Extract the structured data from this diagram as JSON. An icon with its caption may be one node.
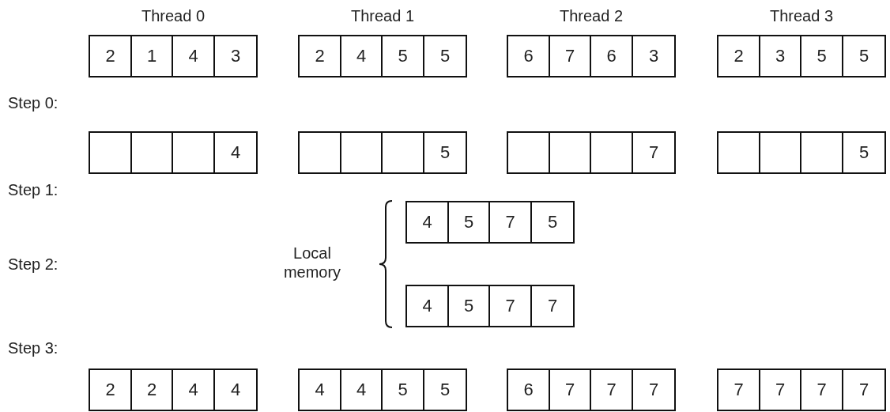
{
  "diagram": {
    "nodes": [
      {
        "text": [],
        "shape": "box"
      },
      {
        "text": [
          "2"
        ],
        "in": 0
      },
      {
        "text": [
          "1"
        ],
        "in": 0
      },
      {
        "text": [
          "4"
        ],
        "in": 0
      },
      {
        "text": [
          "3"
        ],
        "in": 0
      },
      {
        "text": [],
        "shape": "box"
      },
      {
        "text": [
          "2"
        ],
        "in": 5
      },
      {
        "text": [
          "4"
        ],
        "in": 5
      },
      {
        "text": [
          "5"
        ],
        "in": 5
      },
      {
        "text": [
          "5"
        ],
        "in": 5
      },
      {
        "text": [],
        "shape": "box"
      },
      {
        "text": [
          "6"
        ],
        "in": 10
      },
      {
        "text": [
          "7"
        ],
        "in": 10
      },
      {
        "text": [
          "6"
        ],
        "in": 10
      },
      {
        "text": [
          "3"
        ],
        "in": 10
      },
      {
        "text": [],
        "shape": "box"
      },
      {
        "text": [
          "2"
        ],
        "in": 15
      },
      {
        "text": [
          "3"
        ],
        "in": 15
      },
      {
        "text": [
          "5"
        ],
        "in": 15
      },
      {
        "text": [
          "5"
        ],
        "in": 15
      },
      {
        "text": [],
        "shape": "box"
      },
      {
        "text": [],
        "shape": "box",
        "in": 20
      },
      {
        "text": [],
        "shape": "box",
        "in": 20
      },
      {
        "text": [],
        "shape": "box",
        "in": 20
      },
      {
        "text": [
          "4"
        ],
        "in": 20
      },
      {
        "text": [],
        "shape": "box"
      },
      {
        "text": [],
        "shape": "box",
        "in": 25
      },
      {
        "text": [],
        "shape": "box",
        "in": 25
      },
      {
        "text": [],
        "shape": "box",
        "in": 25
      },
      {
        "text": [
          "5"
        ],
        "in": 25
      },
      {
        "text": [],
        "shape": "box"
      },
      {
        "text": [],
        "shape": "box",
        "in": 30
      },
      {
        "text": [],
        "shape": "box",
        "in": 30
      },
      {
        "text": [],
        "shape": "box",
        "in": 30
      },
      {
        "text": [
          "7"
        ],
        "in": 30
      },
      {
        "text": [],
        "shape": "box"
      },
      {
        "text": [],
        "shape": "box",
        "in": 35
      },
      {
        "text": [],
        "shape": "box",
        "in": 35
      },
      {
        "text": [],
        "shape": "box",
        "in": 35
      },
      {
        "text": [
          "5"
        ],
        "in": 35
      },
      {
        "text": [],
        "shape": "box"
      },
      {
        "text": [
          "4"
        ],
        "in": 40
      },
      {
        "text": [
          "5"
        ],
        "in": 40
      },
      {
        "text": [
          "7"
        ],
        "in": 40
      },
      {
        "text": [
          "5"
        ],
        "in": 40
      },
      {
        "text": [],
        "shape": "box"
      },
      {
        "text": [
          "4"
        ],
        "in": 45
      },
      {
        "text": [
          "5"
        ],
        "in": 45
      },
      {
        "text": [
          "7"
        ],
        "in": 45
      },
      {
        "text": [
          "7"
        ],
        "in": 45
      },
      {
        "text": [],
        "shape": "box"
      },
      {
        "text": [
          "2"
        ],
        "in": 50
      },
      {
        "text": [
          "2"
        ],
        "in": 50
      },
      {
        "text": [
          "4"
        ],
        "in": 50
      },
      {
        "text": [
          "4"
        ],
        "in": 50
      },
      {
        "text": [],
        "shape": "box"
      },
      {
        "text": [
          "4"
        ],
        "in": 55
      },
      {
        "text": [
          "4"
        ],
        "in": 55
      },
      {
        "text": [
          "5"
        ],
        "in": 55
      },
      {
        "text": [
          "5"
        ],
        "in": 55
      },
      {
        "text": [],
        "shape": "box"
      },
      {
        "text": [
          "6"
        ],
        "in": 60
      },
      {
        "text": [
          "7"
        ],
        "in": 60
      },
      {
        "text": [
          "7"
        ],
        "in": 60
      },
      {
        "text": [
          "7"
        ],
        "in": 60
      },
      {
        "text": [],
        "shape": "box"
      },
      {
        "text": [
          "7"
        ],
        "in": 65
      },
      {
        "text": [
          "7"
        ],
        "in": 65
      },
      {
        "text": [
          "7"
        ],
        "in": 65
      },
      {
        "text": [
          "7"
        ],
        "in": 65
      }
    ],
    "edges": [],
    "labels": [
      "Thread 0",
      "Thread 1",
      "Thread 2",
      "Thread 3",
      "Step 0:",
      "Step 1:",
      "Step 2:",
      "Local memory",
      "Step 3:"
    ]
  }
}
